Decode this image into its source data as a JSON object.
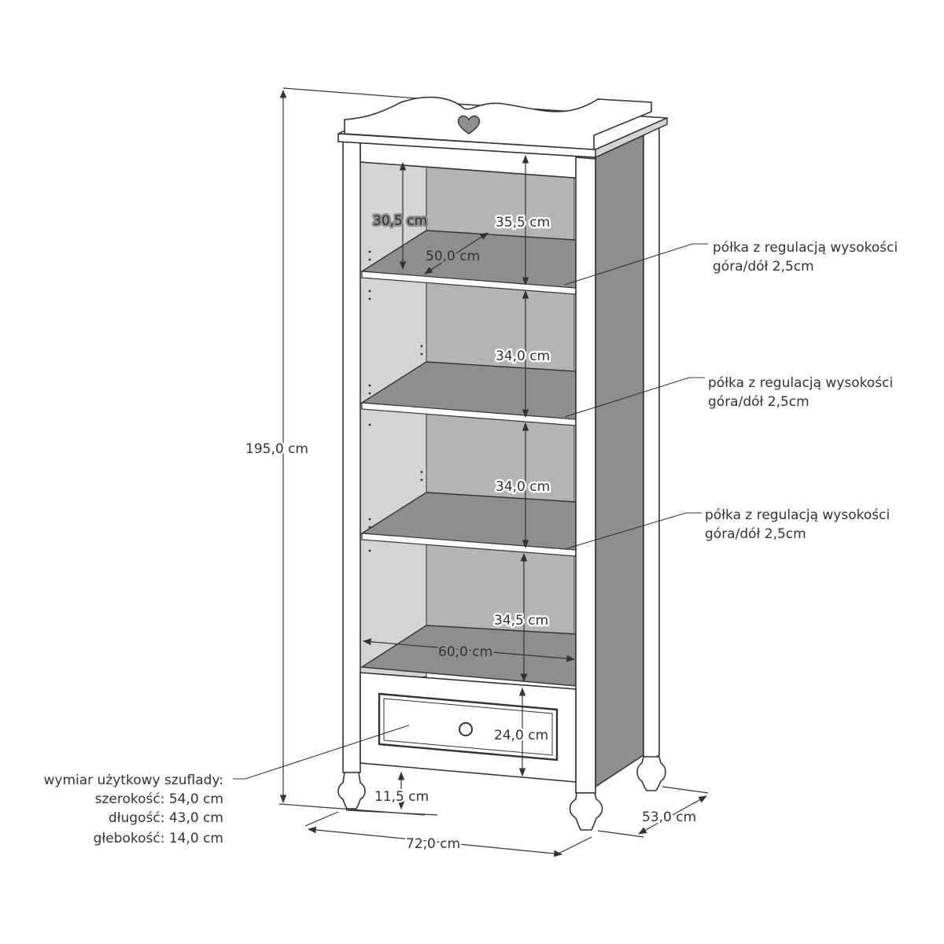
{
  "dimensions": {
    "total_height": "195,0 cm",
    "top_gap": "30,5 cm",
    "shelf_gap_1": "35,5 cm",
    "shelf_depth": "50,0 cm",
    "shelf_gap_2": "34,0 cm",
    "shelf_gap_3": "34,0 cm",
    "shelf_gap_4": "34,5 cm",
    "inner_width": "60,0 cm",
    "drawer_height": "24,0 cm",
    "leg_height": "11,5 cm",
    "total_width": "72,0 cm",
    "total_depth": "53,0 cm"
  },
  "callouts": [
    {
      "line1": "półka z regulacją wysokości",
      "line2": "góra/dół 2,5cm"
    },
    {
      "line1": "półka z regulacją wysokości",
      "line2": "góra/dół 2,5cm"
    },
    {
      "line1": "półka z regulacją wysokości",
      "line2": "góra/dół 2,5cm"
    }
  ],
  "drawer_info": {
    "heading": "wymiar użytkowy szuflady:",
    "width": "szerokość: 54,0 cm",
    "length": "długość: 43,0 cm",
    "depth": "głebokość: 14,0 cm"
  },
  "colors": {
    "outline": "#333333",
    "panel_dark": "#8e8e8e",
    "panel_mid": "#b4b4b4",
    "panel_light": "#d4d4d4",
    "face": "#ffffff"
  }
}
